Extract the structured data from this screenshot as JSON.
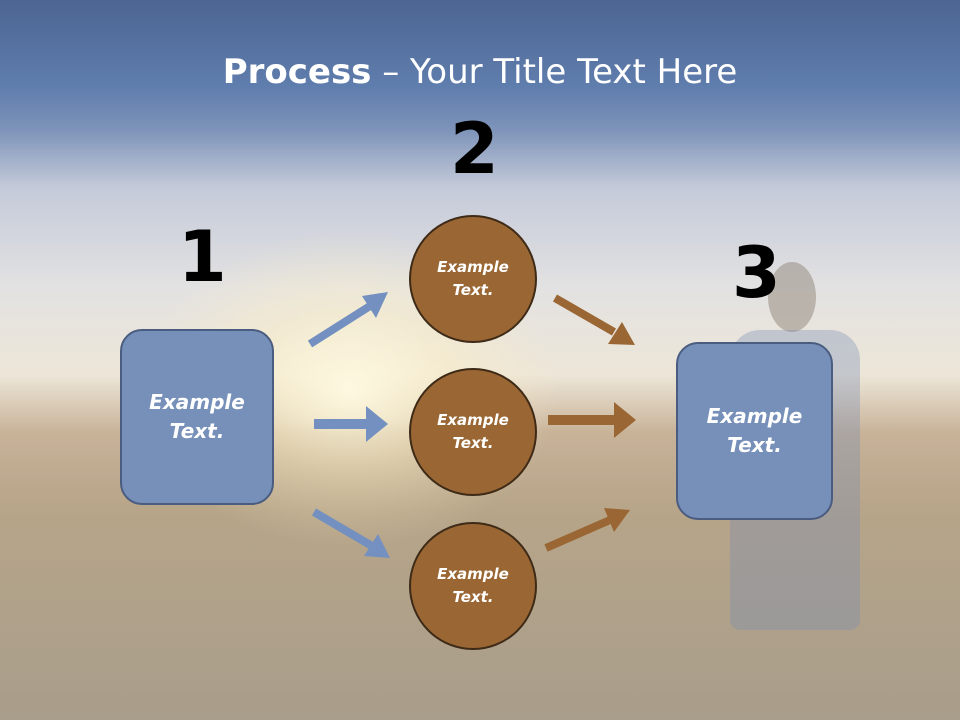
{
  "title": {
    "bold": "Process",
    "rest": " – Your Title Text Here"
  },
  "steps": {
    "one": "1",
    "two": "2",
    "three": "3"
  },
  "box_left": {
    "line1": "Example",
    "line2": "Text."
  },
  "box_right": {
    "line1": "Example",
    "line2": "Text."
  },
  "circles": [
    {
      "line1": "Example",
      "line2": "Text."
    },
    {
      "line1": "Example",
      "line2": "Text."
    },
    {
      "line1": "Example",
      "line2": "Text."
    }
  ],
  "colors": {
    "box_fill": "#7790b9",
    "circle_fill": "#9a6633",
    "arrow_blue": "#7390c0",
    "arrow_brown": "#9a6633"
  }
}
